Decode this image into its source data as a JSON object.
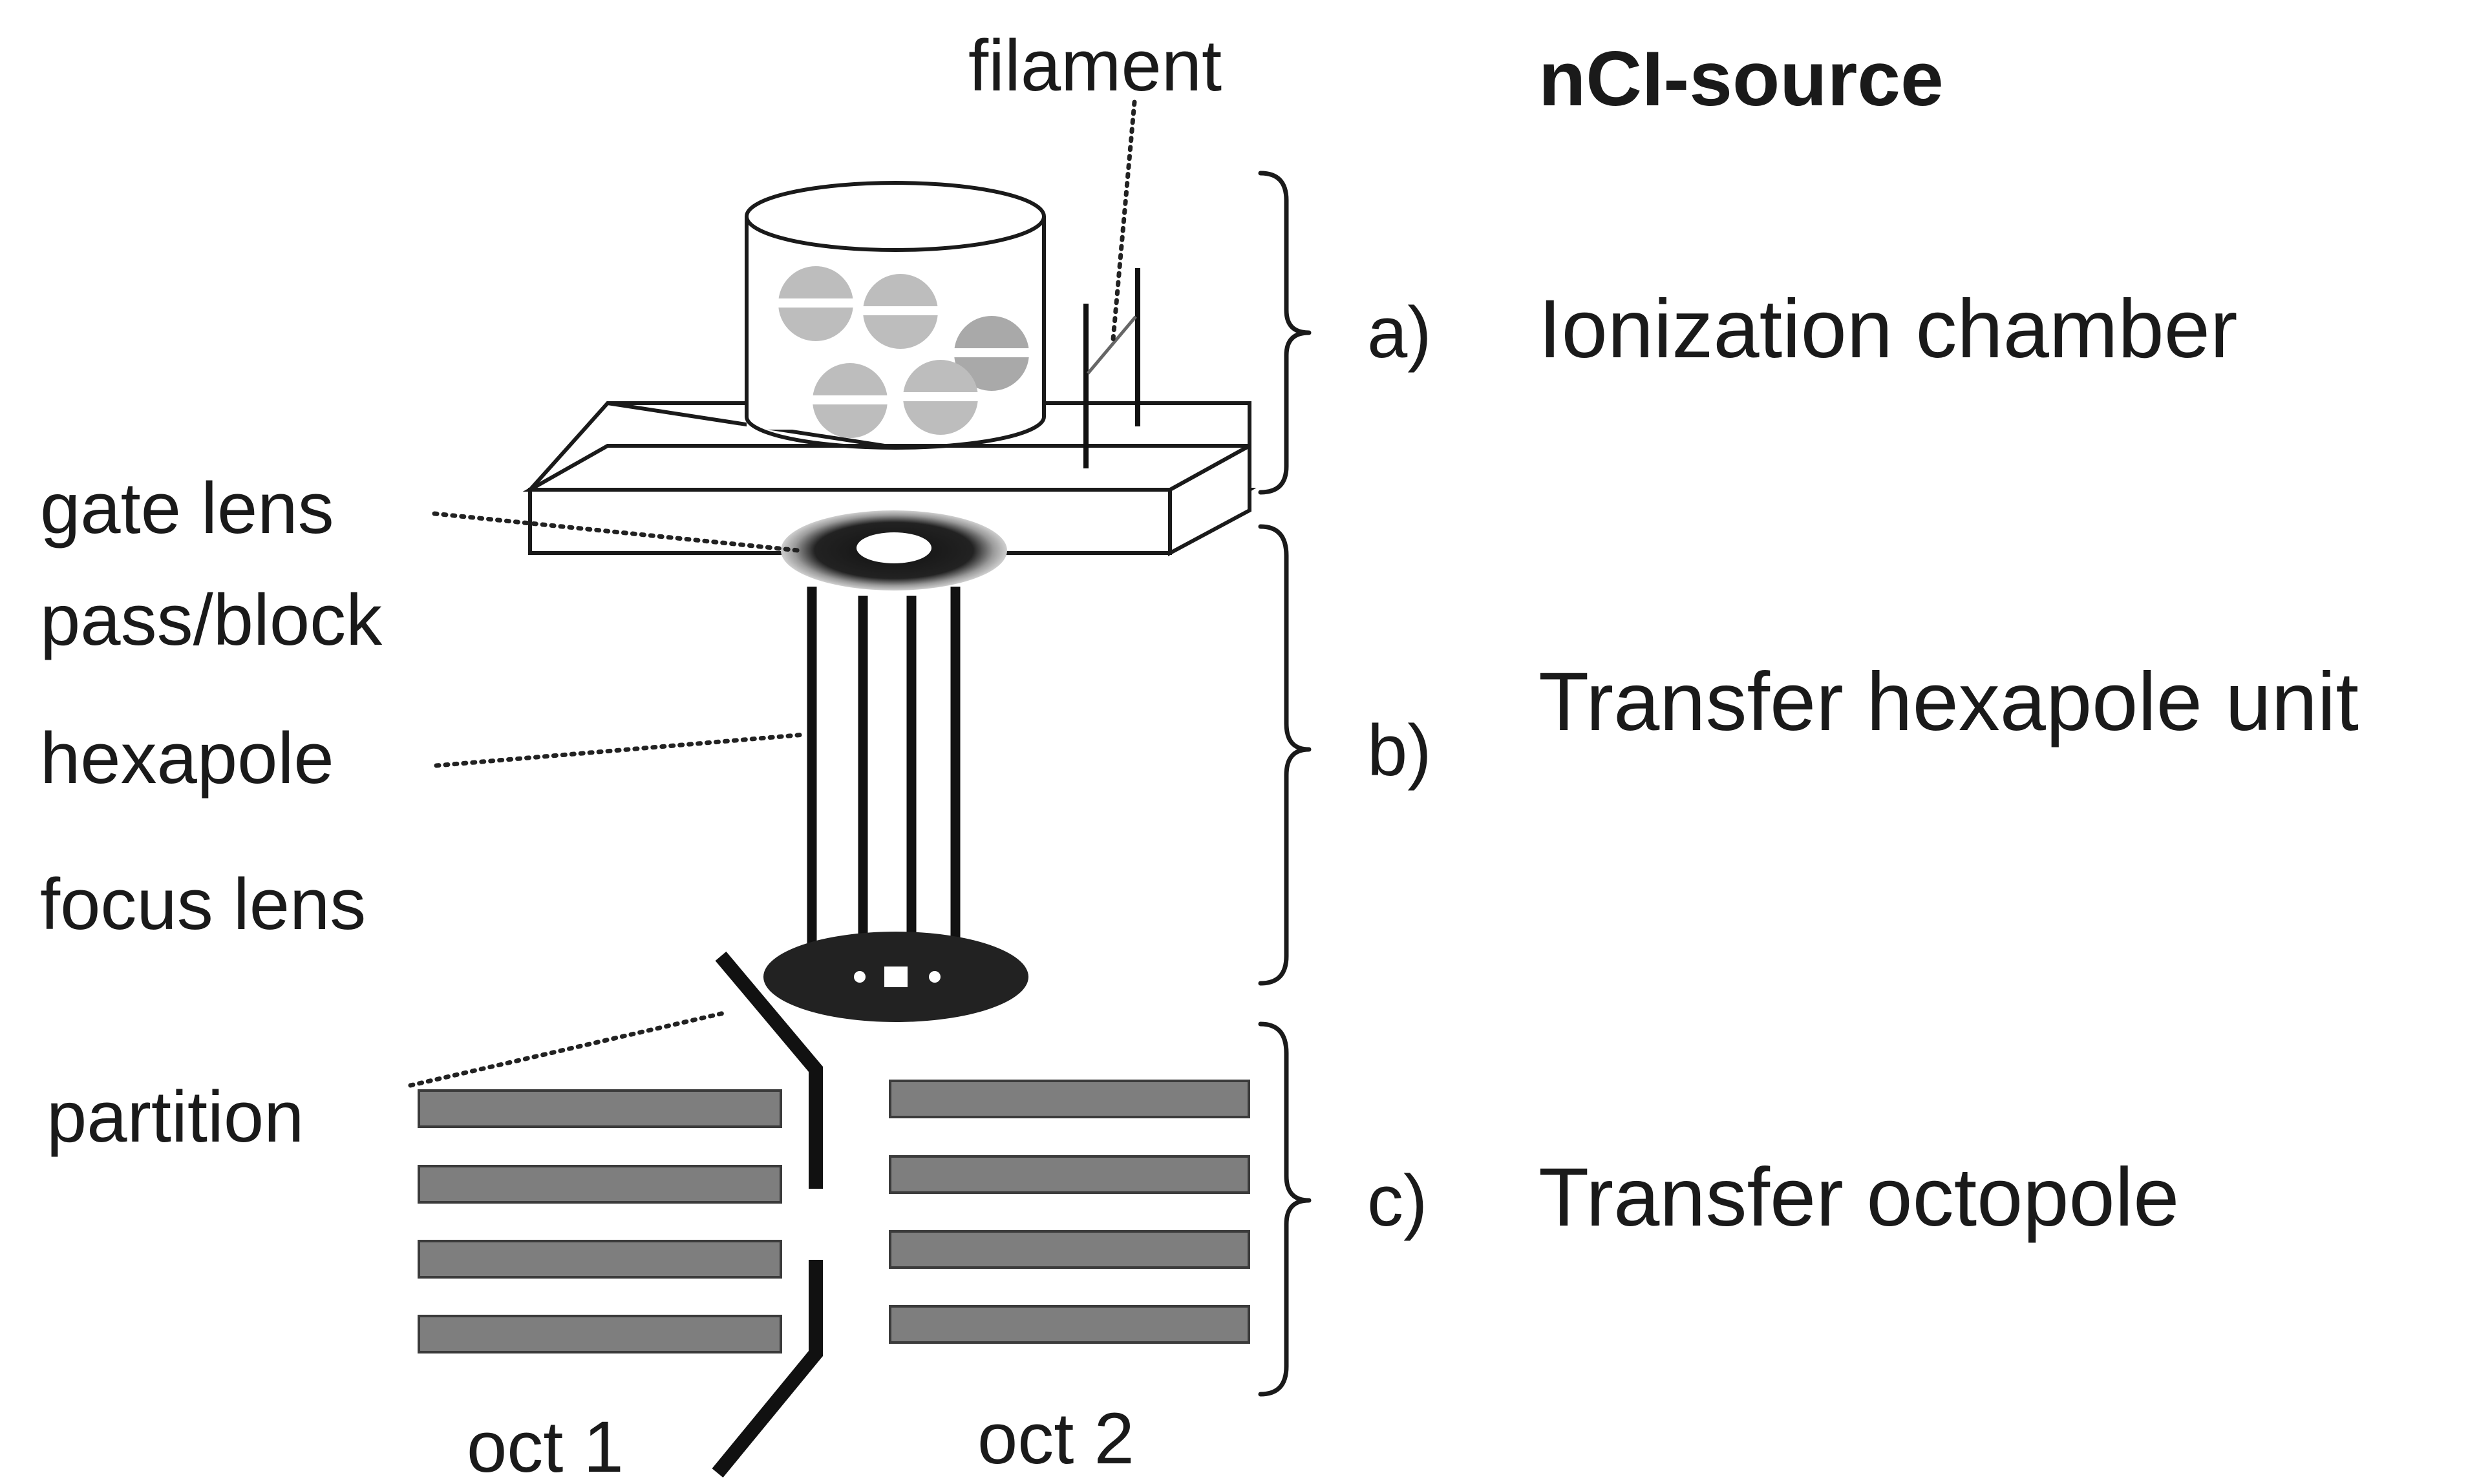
{
  "title": "nCI-source",
  "component_labels": {
    "filament": "filament",
    "gate_lens": "gate lens",
    "pass_block": "pass/block",
    "hexapole": "hexapole",
    "focus_lens": "focus lens",
    "partition": "partition",
    "oct1": "oct 1",
    "oct2": "oct 2"
  },
  "sections": [
    {
      "key": "a)",
      "name": "Ionization chamber"
    },
    {
      "key": "b)",
      "name": "Transfer hexapole unit"
    },
    {
      "key": "c)",
      "name": "Transfer octopole"
    }
  ]
}
